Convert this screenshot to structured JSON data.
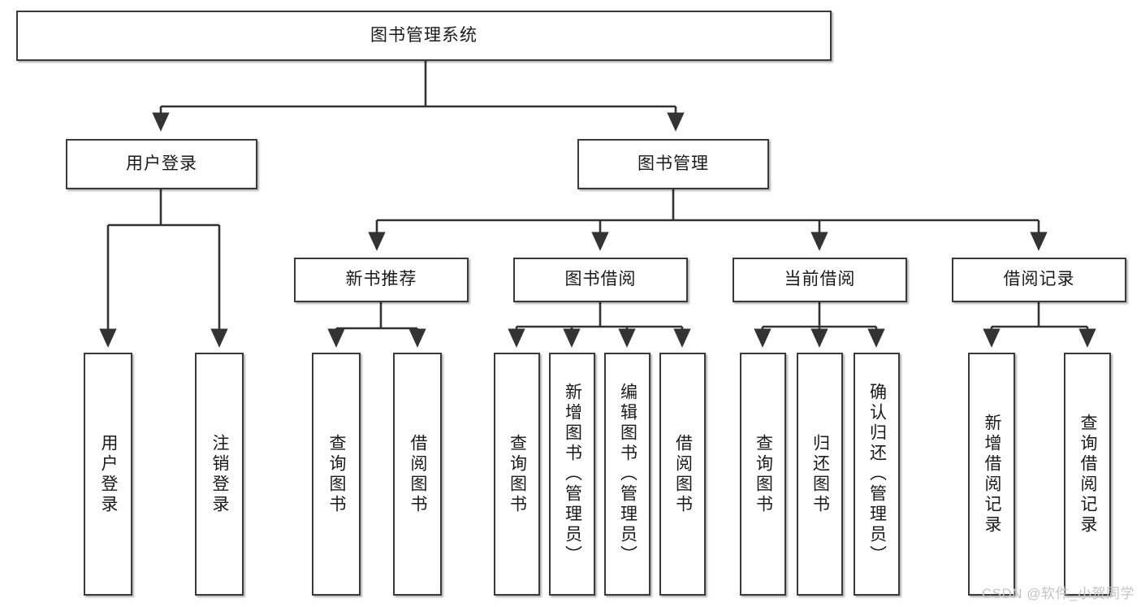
{
  "diagram": {
    "type": "tree-hierarchy",
    "title": "图书管理系统",
    "watermark": "CSDN @软件_小贺同学",
    "colors": {
      "box_border": "#3a3a3a",
      "box_fill": "#ffffff",
      "edge": "#333333",
      "text": "#1a1a1a",
      "watermark": "#c4c4c4"
    },
    "nodes": {
      "root": {
        "label": "图书管理系统",
        "level": 1
      },
      "l2": [
        {
          "id": "user-login",
          "label": "用户登录",
          "level": 2
        },
        {
          "id": "book-manage",
          "label": "图书管理",
          "level": 2
        }
      ],
      "l3": [
        {
          "id": "new-book-recommend",
          "label": "新书推荐",
          "level": 3
        },
        {
          "id": "book-borrow",
          "label": "图书借阅",
          "level": 3
        },
        {
          "id": "current-borrow",
          "label": "当前借阅",
          "level": 3
        },
        {
          "id": "borrow-record",
          "label": "借阅记录",
          "level": 3
        }
      ],
      "leaves": [
        {
          "id": "leaf-user-login",
          "label": "用户登录",
          "parent": "user-login"
        },
        {
          "id": "leaf-user-logout",
          "label": "注销登录",
          "parent": "user-login"
        },
        {
          "id": "leaf-query-book-1",
          "label": "查询图书",
          "parent": "new-book-recommend"
        },
        {
          "id": "leaf-borrow-book-1",
          "label": "借阅图书",
          "parent": "new-book-recommend"
        },
        {
          "id": "leaf-query-book-2",
          "label": "查询图书",
          "parent": "book-borrow"
        },
        {
          "id": "leaf-add-book",
          "label": "新增图书（管理员）",
          "parent": "book-borrow"
        },
        {
          "id": "leaf-edit-book",
          "label": "编辑图书（管理员）",
          "parent": "book-borrow"
        },
        {
          "id": "leaf-borrow-book-2",
          "label": "借阅图书",
          "parent": "book-borrow"
        },
        {
          "id": "leaf-query-book-3",
          "label": "查询图书",
          "parent": "current-borrow"
        },
        {
          "id": "leaf-return-book",
          "label": "归还图书",
          "parent": "current-borrow"
        },
        {
          "id": "leaf-confirm-return",
          "label": "确认归还（管理员）",
          "parent": "current-borrow"
        },
        {
          "id": "leaf-add-record",
          "label": "新增借阅记录",
          "parent": "borrow-record"
        },
        {
          "id": "leaf-query-record",
          "label": "查询借阅记录",
          "parent": "borrow-record"
        }
      ]
    }
  }
}
